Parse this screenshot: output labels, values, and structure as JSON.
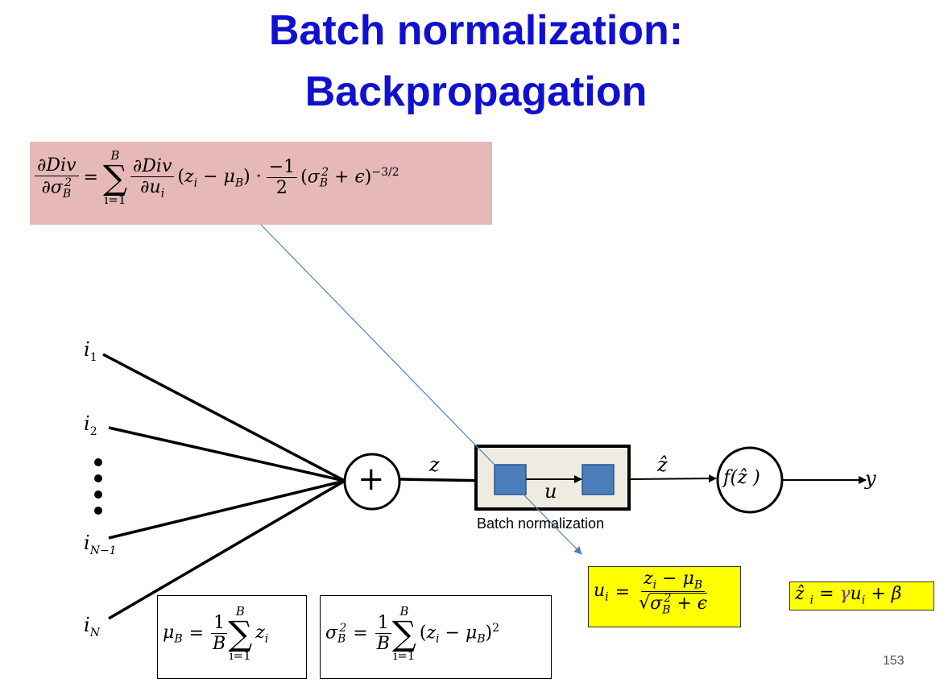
{
  "title": {
    "line1": "Batch normalization:",
    "line2": "Backpropagation"
  },
  "inputs": [
    "i",
    "i",
    "i",
    "i"
  ],
  "input_subs": [
    "1",
    "2",
    "N−1",
    "N"
  ],
  "labels": {
    "z": "z",
    "u": "u",
    "zhat": "ẑ",
    "y": "y",
    "plus": "+",
    "activation": "f(ẑ )",
    "bn_caption": "Batch normalization"
  },
  "formulas": {
    "grad_variance": "∂Div/∂σ_B^2 = Σ_{i=1}^{B} ∂Div/∂u_i (z_i − μ_B) · −1/2 (σ_B^2 + ϵ)^{−3/2}",
    "mean": "μ_B = 1/B Σ_{i=1}^{B} z_i",
    "variance": "σ_B^2 = 1/B Σ_{i=1}^{B} (z_i − μ_B)^2",
    "normalize": "u_i = (z_i − μ_B) / sqrt(σ_B^2 + ϵ)",
    "scale_shift": "ẑ_i = γu_i + β"
  },
  "page_number": "153",
  "colors": {
    "title": "#1010d0",
    "gradient_box": "#e6b8b7",
    "highlight_box": "#ffff00",
    "block_fill": "#4a7ebb",
    "bn_fill": "#eeece1",
    "arrow_blue": "#4f81bd"
  }
}
